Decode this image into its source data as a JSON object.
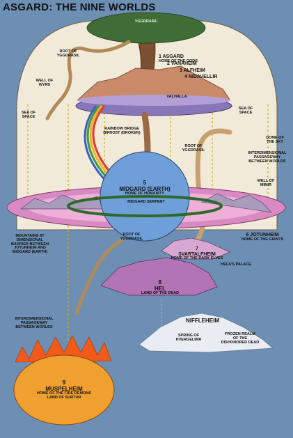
{
  "title": "ASGARD: THE NINE WORLDS",
  "labels": {
    "yggdrasil_top": "YGGDRASIL",
    "asgard": "1 ASGARD",
    "asgard_sub": "HOME OF THE GODS",
    "vanaheim": "2 VANAHEIM",
    "alfheim": "3 ALFHEIM",
    "nidavellir": "4 NIDAVELLIR",
    "valhalla": "VALHALLA",
    "root_yggdrasil_1": "ROOT OF\nYGGDRASIL",
    "well_wyrd": "WELL OF\nWYRD",
    "sea_space_left": "SEA OF\nSPACE",
    "sea_space_right": "SEA OF\nSPACE",
    "rainbow_bridge": "RAINBOW BRIDGE\nBIFROST (BROKEN)",
    "dome_sky": "DOME OF\nTHE SKY",
    "root_yggdrasil_2": "ROOT OF\nYGGDRASIL",
    "interdimensional_1": "INTERDIMENSIONAL\nPASSAGEWAY\nBETWEEN WORLDS",
    "well_mimir": "WELL OF\nMIMIR",
    "midgard": "5\nMIDGARD (EARTH)",
    "midgard_sub": "HOME OF HUMANITY",
    "midgard_serpent": "MIDGARD SERPENT",
    "mountains": "MOUNTAINS AT\nDIMENSIONAL\nBARRIER BETWEEN\nJOTUNHEIM AND\nMIDGARD (EARTH)",
    "jotunheim": "6 JOTUNHEIM",
    "jotunheim_sub": "HOME OF THE GIANTS",
    "root_yggdrasil_3": "ROOT OF\nYGGDRASIL",
    "svartalfheim": "7\nSVARTALFHEIM",
    "svartalfheim_sub": "HOME OF THE DARK ELVES",
    "helas_palace": "HELA'S PALACE",
    "hel": "8\nHEL",
    "hel_sub": "LAND OF THE DEAD",
    "interdimensional_2": "INTERDIMENSIONAL\nPASSAGEWAY\nBETWEEN WORLDS",
    "niffleheim": "NIFFLEHEIM",
    "spring": "SPRING OF\nHVERGELMIR",
    "frozen_realm": "FROZEN REALM\nOF THE\nDISHONORED DEAD",
    "muspelheim": "9\nMUSPELHEIM",
    "muspelheim_sub": "HOME OF THE FIRE DEMONS\nLAND OF SURTUR"
  },
  "colors": {
    "background": "#6d8fb4",
    "dome": "#f2ead8",
    "asgard_rock": "#c98a6a",
    "asgard_disc": "#8877b8",
    "earth": "#6f9fd8",
    "jotunheim_ring": "#d98ac2",
    "hel": "#b374b5",
    "niffleheim": "#e9ecf2",
    "muspelheim": "#f0a030",
    "tree": "#7a5030",
    "foliage": "#3f6d35",
    "serpent": "#2d6a2a"
  }
}
